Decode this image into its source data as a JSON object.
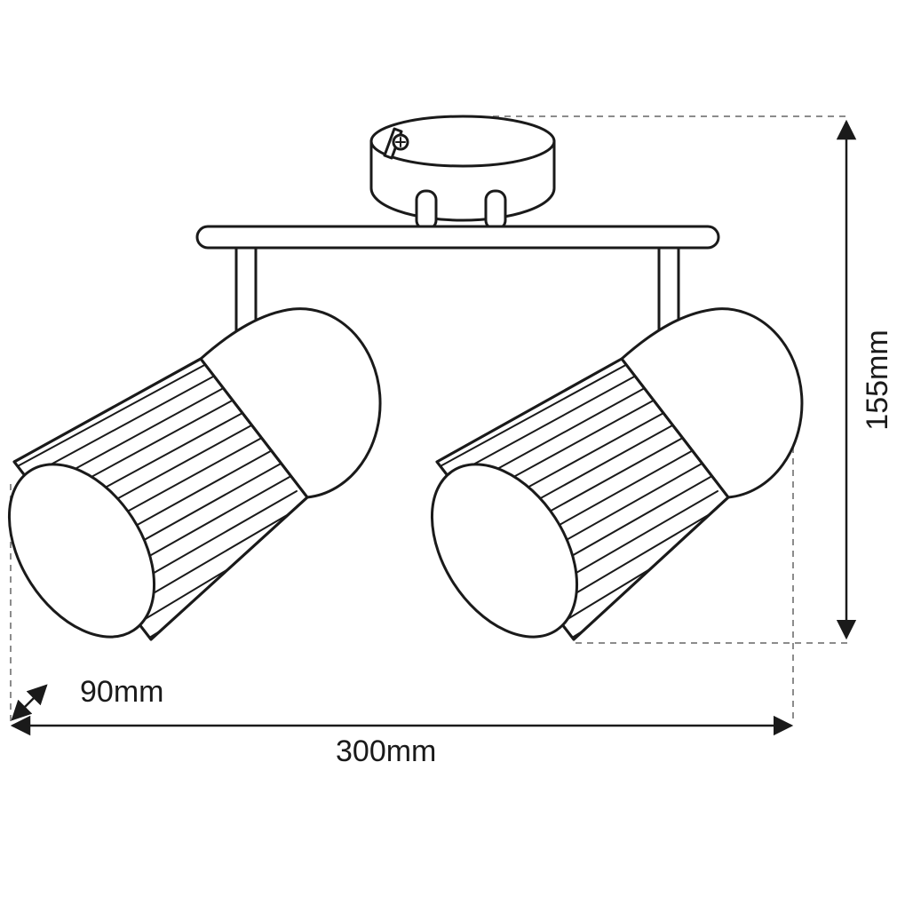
{
  "dimensions": {
    "height": "155mm",
    "width": "300mm",
    "depth": "90mm"
  },
  "colors": {
    "line": "#1a1a1a",
    "dashed": "#8c8c8c",
    "background": "#ffffff"
  }
}
